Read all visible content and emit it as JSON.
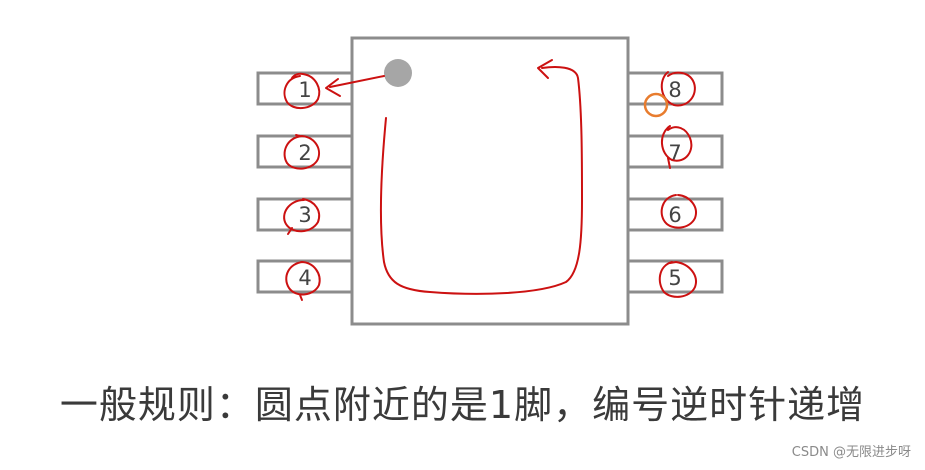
{
  "pins": [
    {
      "label": "1",
      "side": "left"
    },
    {
      "label": "2",
      "side": "left"
    },
    {
      "label": "3",
      "side": "left"
    },
    {
      "label": "4",
      "side": "left"
    },
    {
      "label": "8",
      "side": "right"
    },
    {
      "label": "7",
      "side": "right"
    },
    {
      "label": "6",
      "side": "right"
    },
    {
      "label": "5",
      "side": "right"
    }
  ],
  "caption": "一般规则：圆点附近的是1脚，编号逆时针递增",
  "watermark": "CSDN @无限进步呀",
  "colors": {
    "outline": "#8c8c8c",
    "dot": "#a6a6a6",
    "ink": "#cc1111",
    "cursor": "#e87c2e",
    "text": "#444444"
  }
}
